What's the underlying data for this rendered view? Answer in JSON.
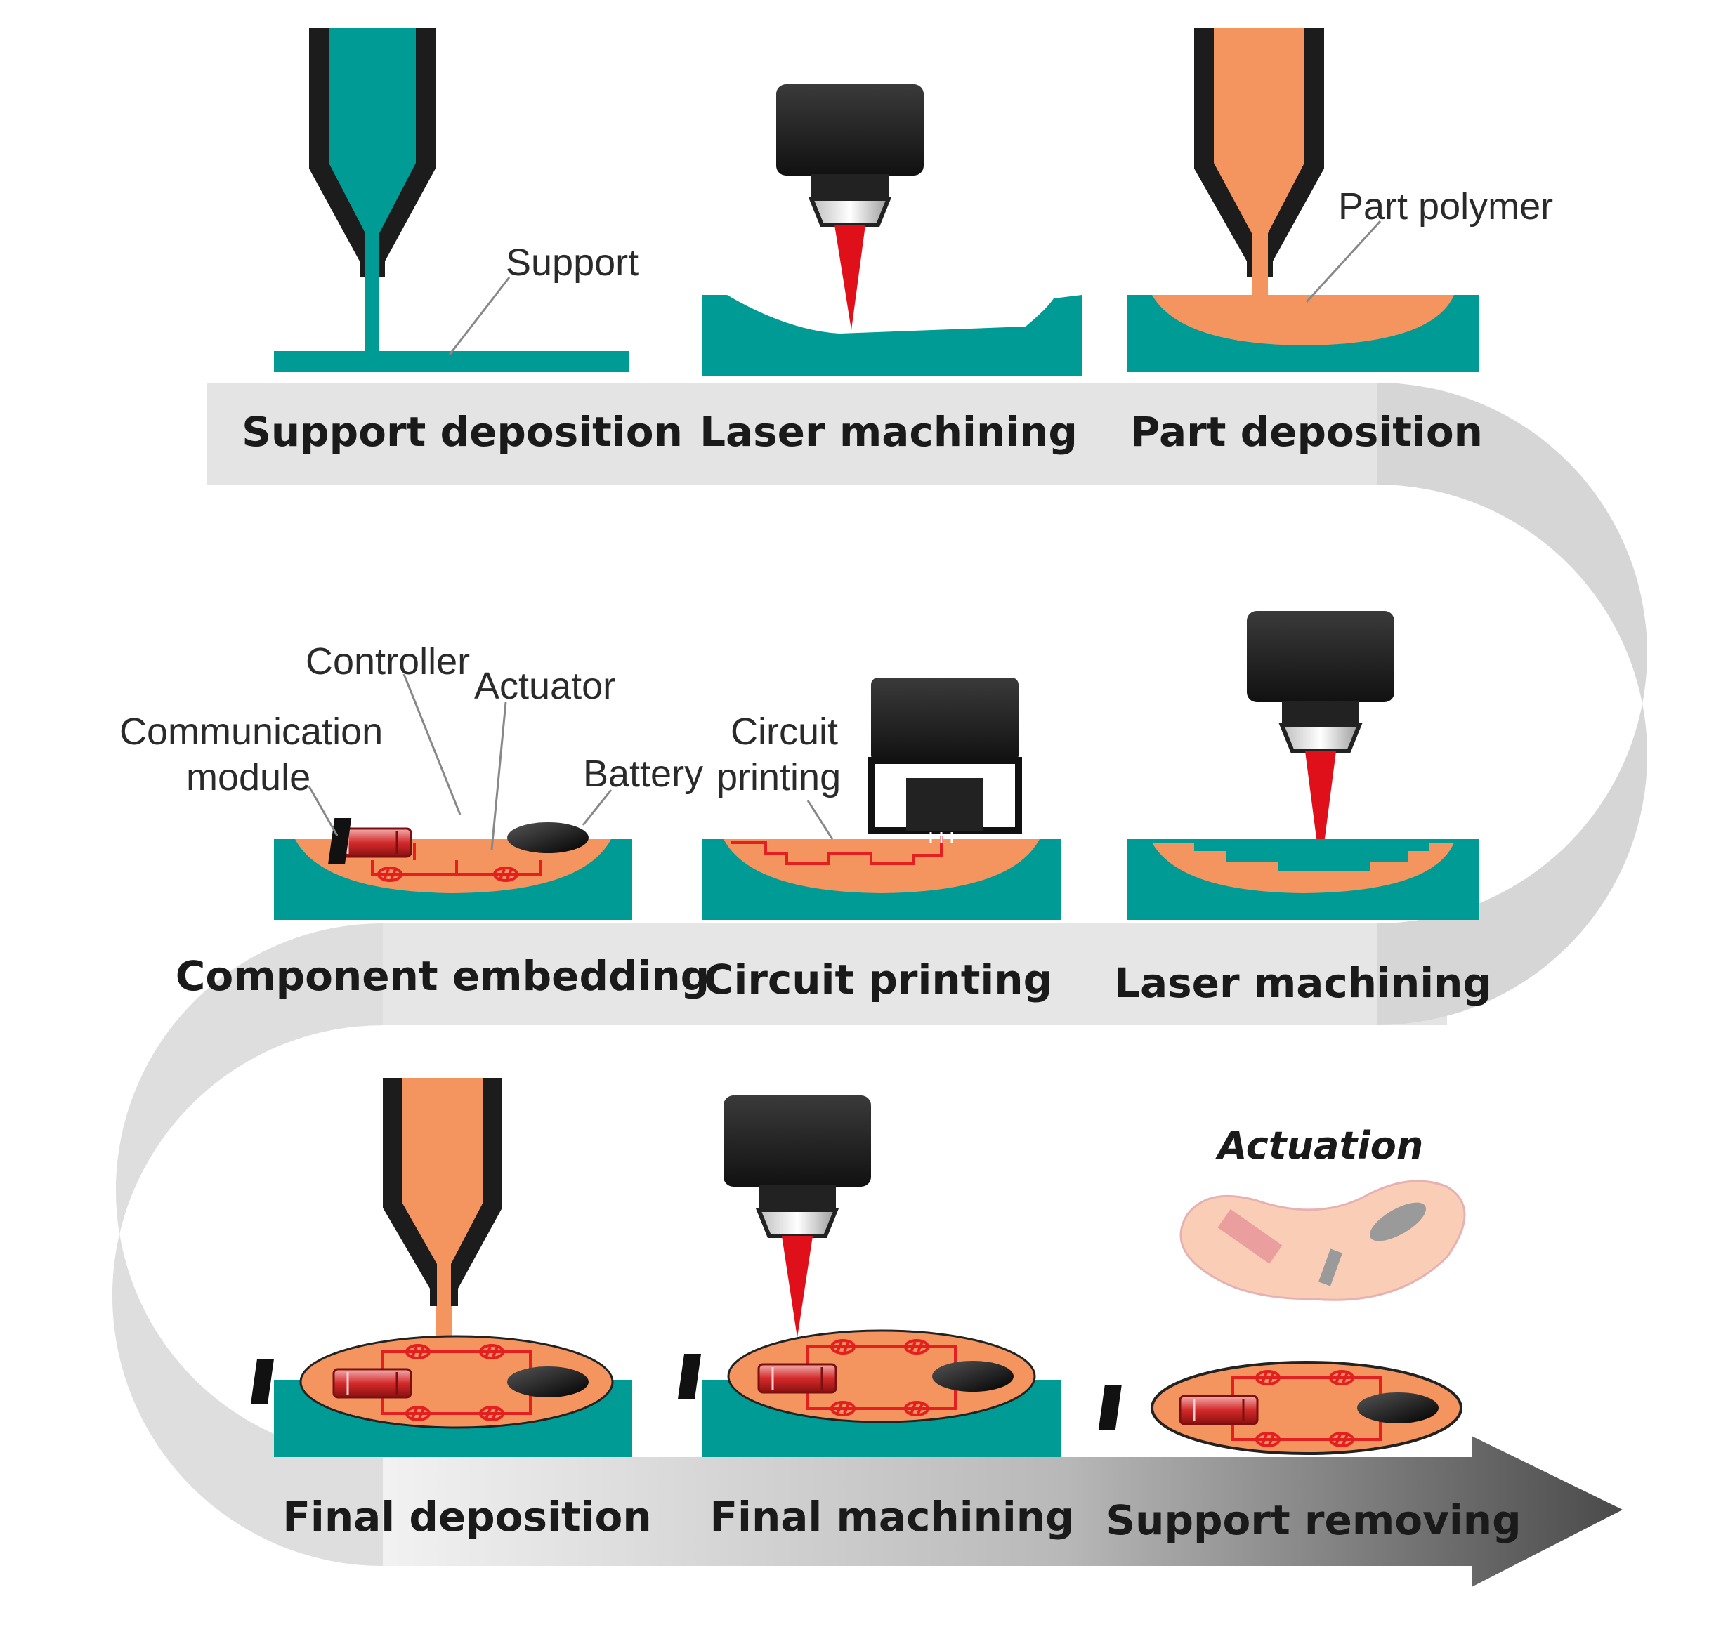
{
  "steps": {
    "s1": "Support deposition",
    "s2": "Laser machining",
    "s3": "Part deposition",
    "s4": "Component embedding",
    "s5": "Circuit printing",
    "s6": "Laser machining",
    "s7": "Final deposition",
    "s8": "Final machining",
    "s9": "Support removing"
  },
  "callouts": {
    "support": "Support",
    "part_polymer": "Part polymer",
    "controller": "Controller",
    "actuator": "Actuator",
    "communication_line1": "Communication",
    "communication_line2": "module",
    "battery": "Battery",
    "circuit_line1": "Circuit",
    "circuit_line2": "printing",
    "actuation": "Actuation"
  },
  "colors": {
    "support_teal": "#009b95",
    "part_orange": "#f4955f",
    "circuit_red": "#e41f1f",
    "laser_red": "#e0101b",
    "head_dark": "#1e1e1e",
    "path_gray": "#d9d9d9"
  }
}
